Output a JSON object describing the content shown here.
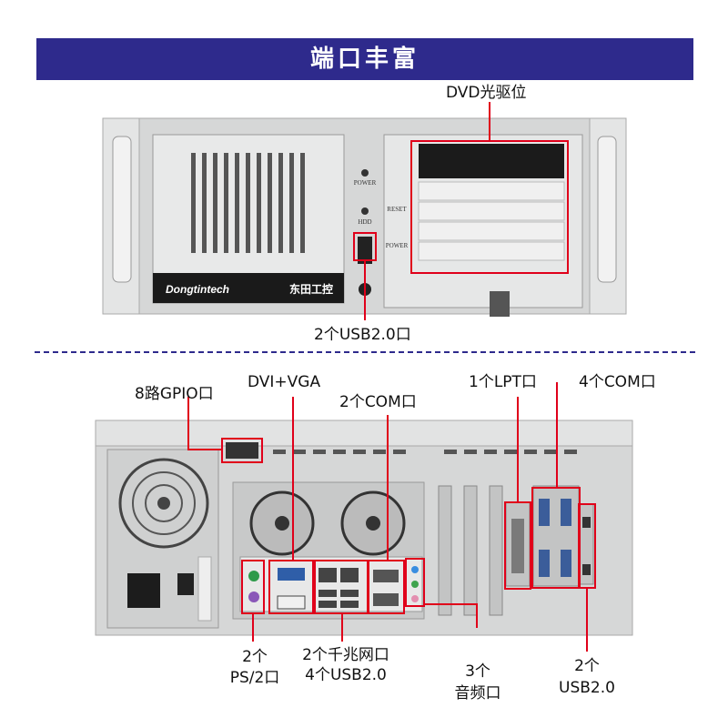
{
  "banner": {
    "title": "端口丰富"
  },
  "front": {
    "dvd_label": "DVD光驱位",
    "usb_label": "2个USB2.0口",
    "brand_left": "Dongtintech",
    "brand_right": "东田工控",
    "power": "POWER",
    "hdd": "HDD",
    "reset": "RESET",
    "power2": "POWER"
  },
  "rear": {
    "gpio": "8路GPIO口",
    "dvi_vga": "DVI+VGA",
    "com2": "2个COM口",
    "lpt": "1个LPT口",
    "com4": "4个COM口",
    "ps2": [
      "2个",
      "PS/2口"
    ],
    "lan_usb": [
      "2个千兆网口",
      "4个USB2.0"
    ],
    "audio": [
      "3个",
      "音频口"
    ],
    "usb2": [
      "2个",
      "USB2.0"
    ]
  },
  "colors": {
    "banner": "#2e2a8c",
    "callout": "#e0001a",
    "chassis": "#d9dada"
  }
}
